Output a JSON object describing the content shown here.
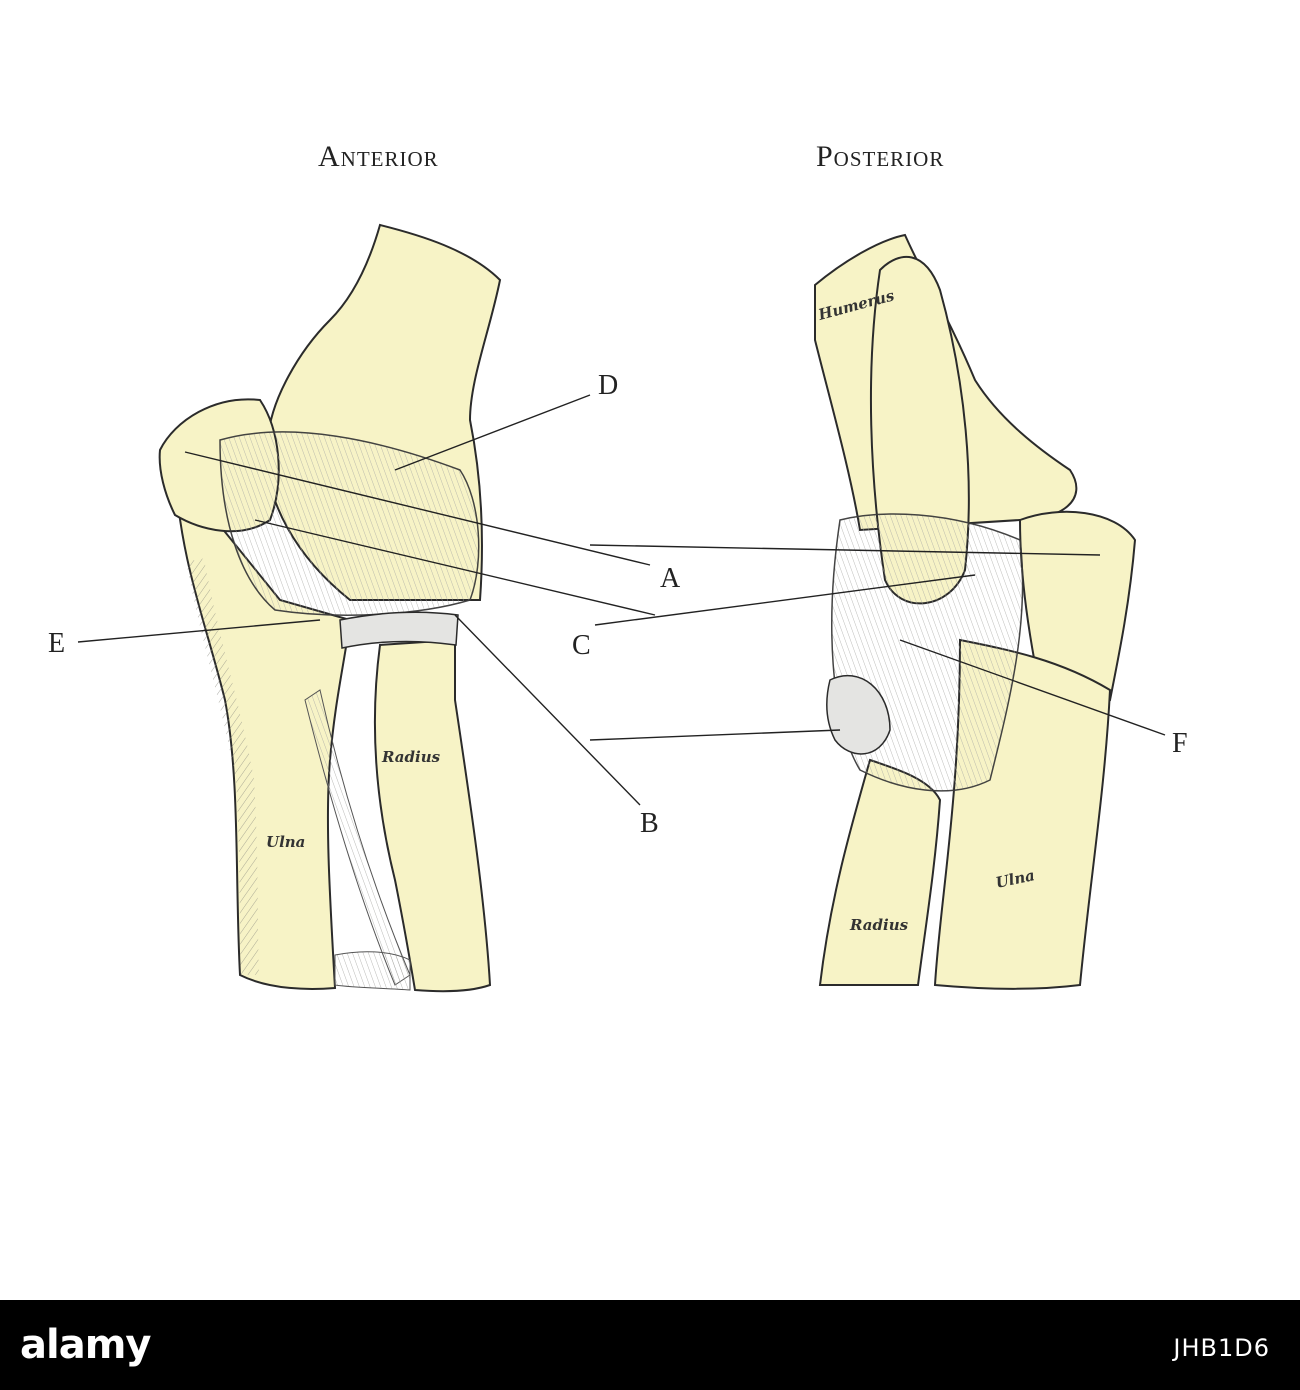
{
  "figure": {
    "views": [
      {
        "id": "anterior",
        "title": "Anterior"
      },
      {
        "id": "posterior",
        "title": "Posterior"
      }
    ],
    "callouts": [
      {
        "id": "A",
        "label": "A"
      },
      {
        "id": "B",
        "label": "B"
      },
      {
        "id": "C",
        "label": "C"
      },
      {
        "id": "D",
        "label": "D"
      },
      {
        "id": "E",
        "label": "E"
      },
      {
        "id": "F",
        "label": "F"
      }
    ],
    "bone_labels": {
      "anterior_radius": "Radius",
      "anterior_ulna": "Ulna",
      "posterior_humerus": "Humerus",
      "posterior_radius": "Radius",
      "posterior_ulna": "Ulna"
    },
    "colors": {
      "bone": "#f7f3c6",
      "ligament": "#e4e4e2",
      "outline": "#2b2b2b",
      "shading": "#9a9a90"
    }
  },
  "footer": {
    "logo": "alamy",
    "image_id": "JHB1D6"
  }
}
